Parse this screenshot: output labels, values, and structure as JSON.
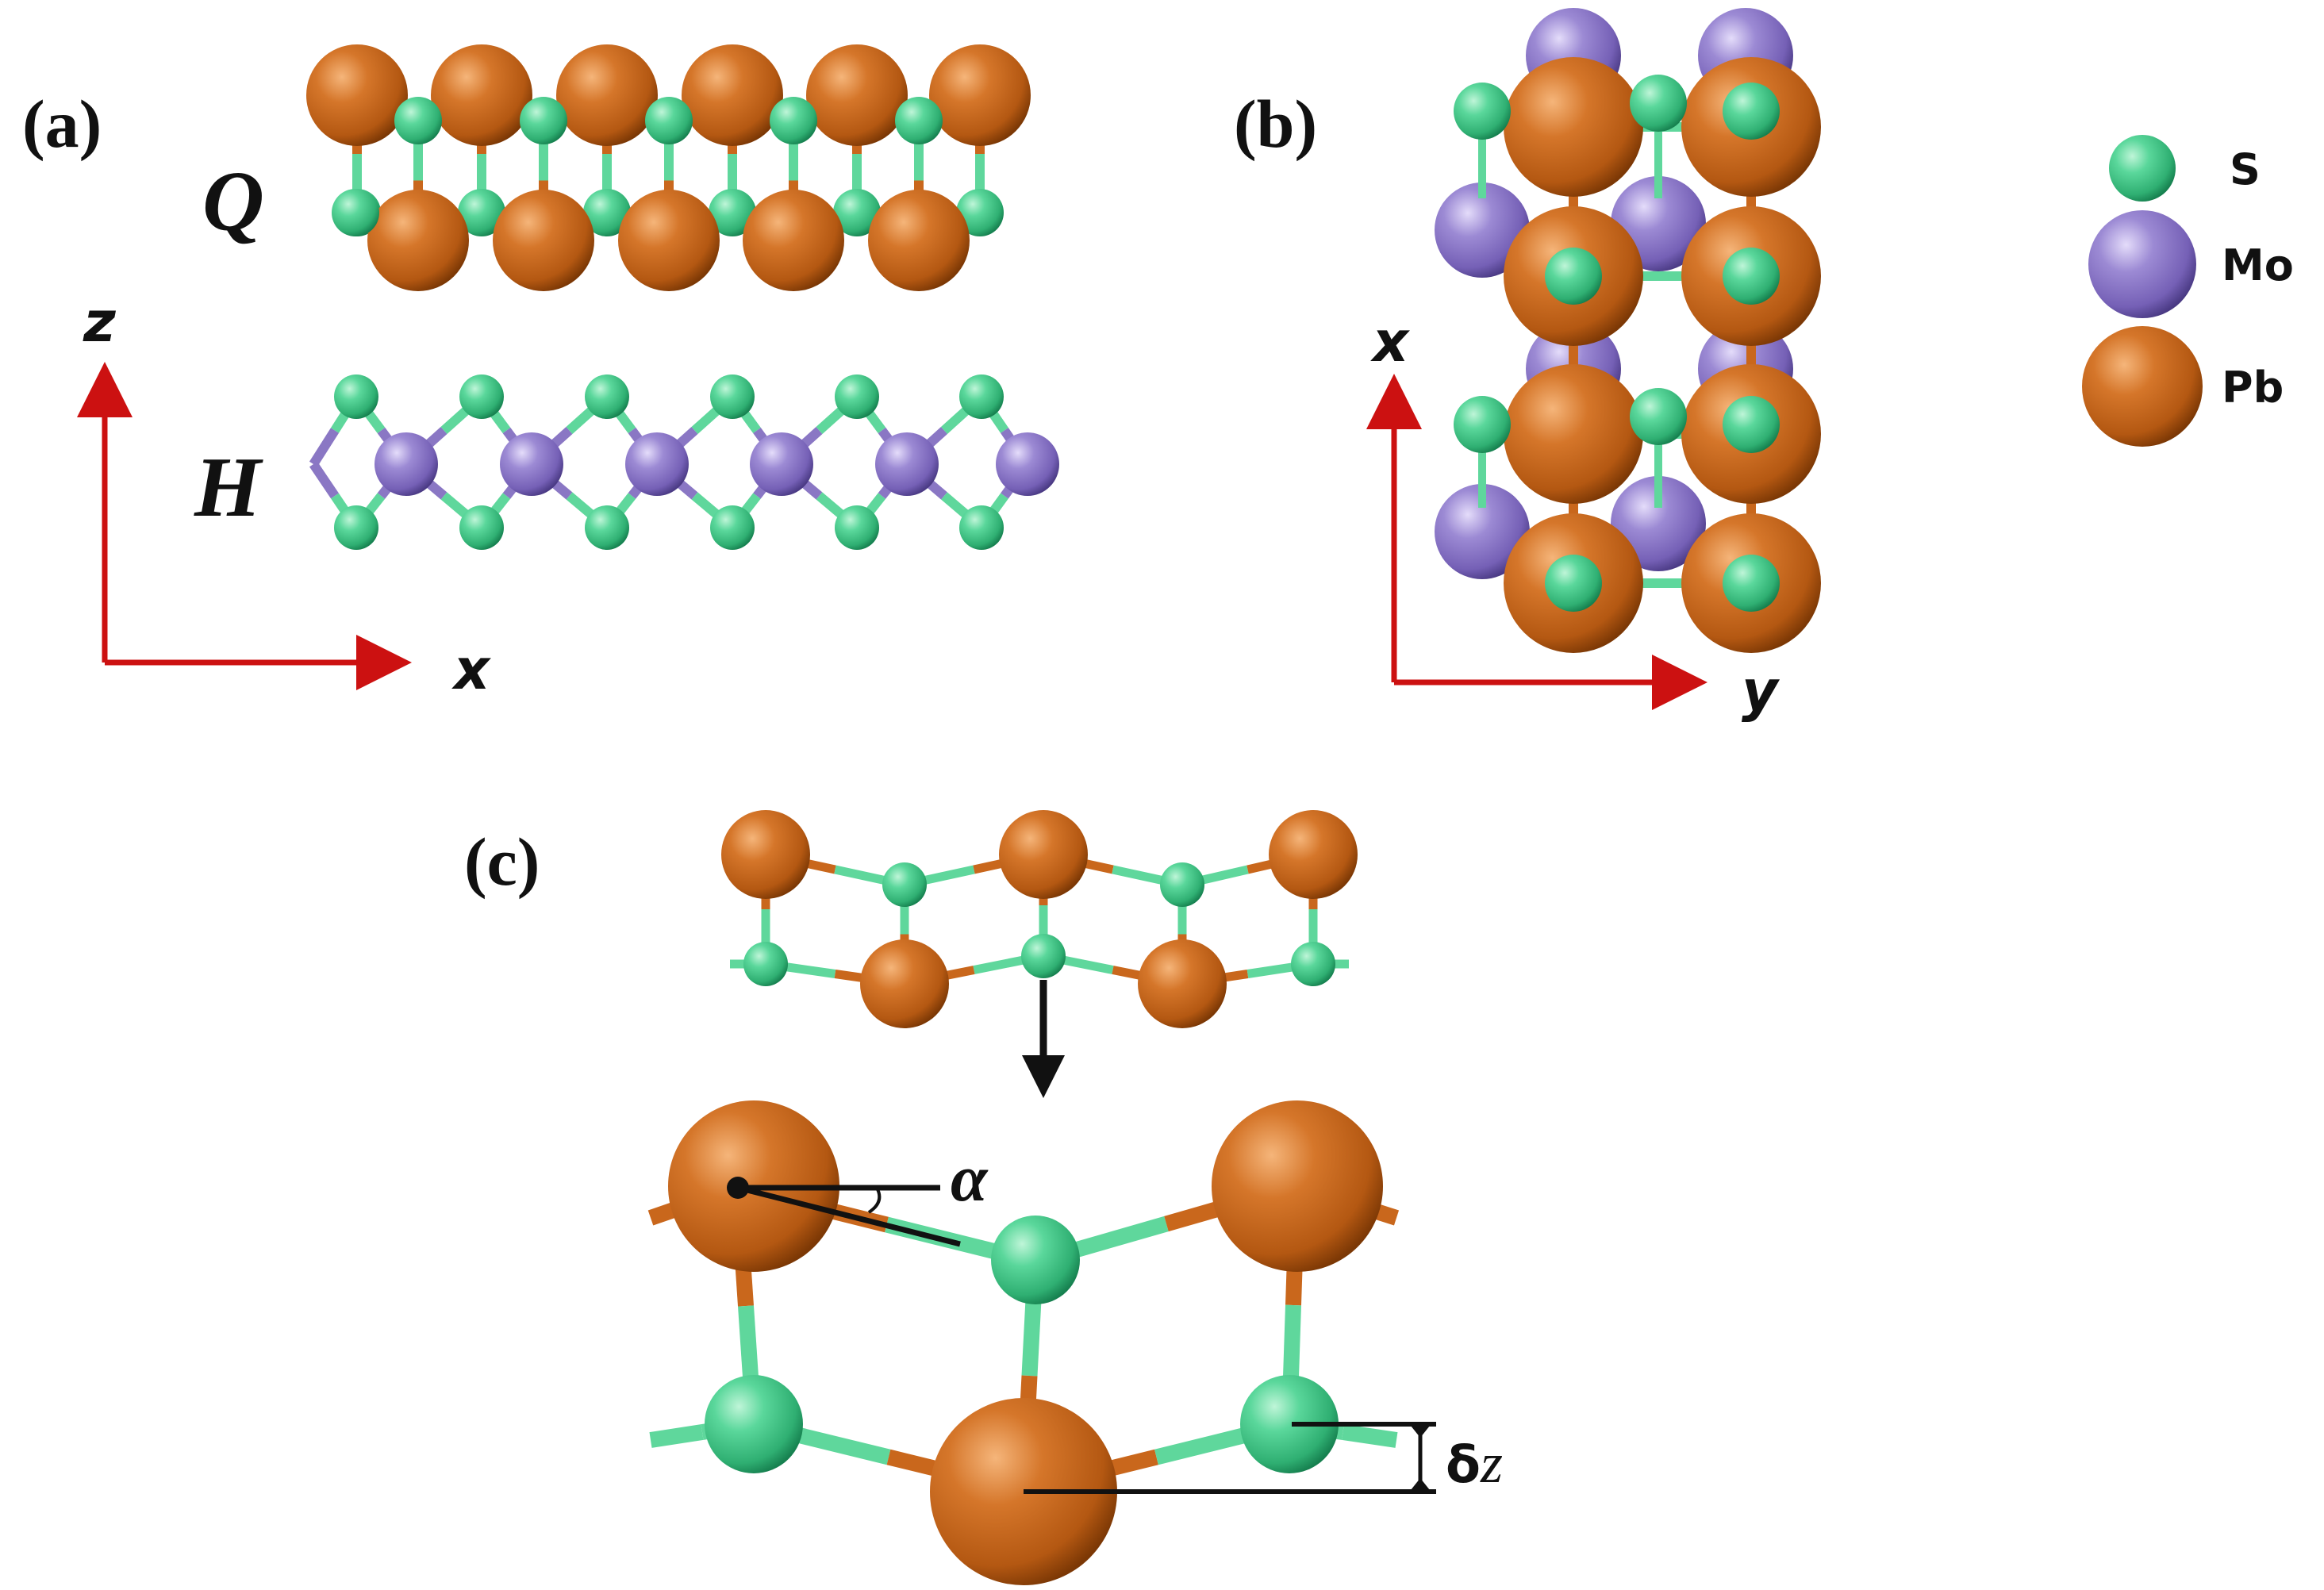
{
  "panels": {
    "a": {
      "label": "(a)",
      "layer_top": "Q",
      "layer_bottom": "H",
      "axis_vertical": "z",
      "axis_horizontal": "x"
    },
    "b": {
      "label": "(b)",
      "axis_vertical": "x",
      "axis_horizontal": "y"
    },
    "c": {
      "label": "(c)",
      "angle_label": "α",
      "offset_label_delta": "δ",
      "offset_label_z": "z"
    }
  },
  "legend": [
    {
      "label": "S",
      "color": "#3dc588"
    },
    {
      "label": "Mo",
      "color": "#8a77c4"
    },
    {
      "label": "Pb",
      "color": "#c2621a"
    }
  ],
  "colors": {
    "axis": "#cc1111",
    "bond_s": "#5fd79c",
    "bond_pb": "#c9671c"
  }
}
